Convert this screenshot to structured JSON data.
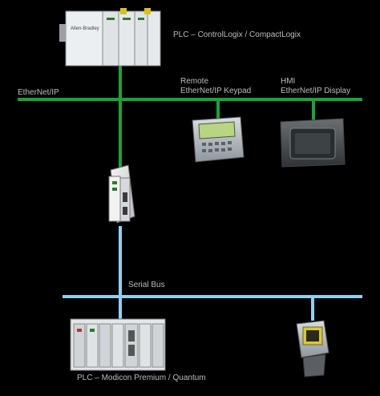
{
  "networks": {
    "ethernet": {
      "label": "EtherNet/IP",
      "color": "#19a33a"
    },
    "serial": {
      "label": "Serial Bus",
      "color": "#8fd0f2"
    }
  },
  "devices": {
    "plc_top": {
      "label": "PLC – ControlLogix / CompactLogix",
      "brand": "Allen-Bradley"
    },
    "hmi_panel": {
      "line1": "Remote",
      "line2": "EtherNet/IP Keypad"
    },
    "hmi_touch": {
      "line1": "HMI",
      "line2": "EtherNet/IP Display"
    },
    "gateway": {
      "label": ""
    },
    "plc_bottom": {
      "label": "PLC – Modicon Premium / Quantum"
    },
    "scanner": {
      "label": ""
    }
  }
}
